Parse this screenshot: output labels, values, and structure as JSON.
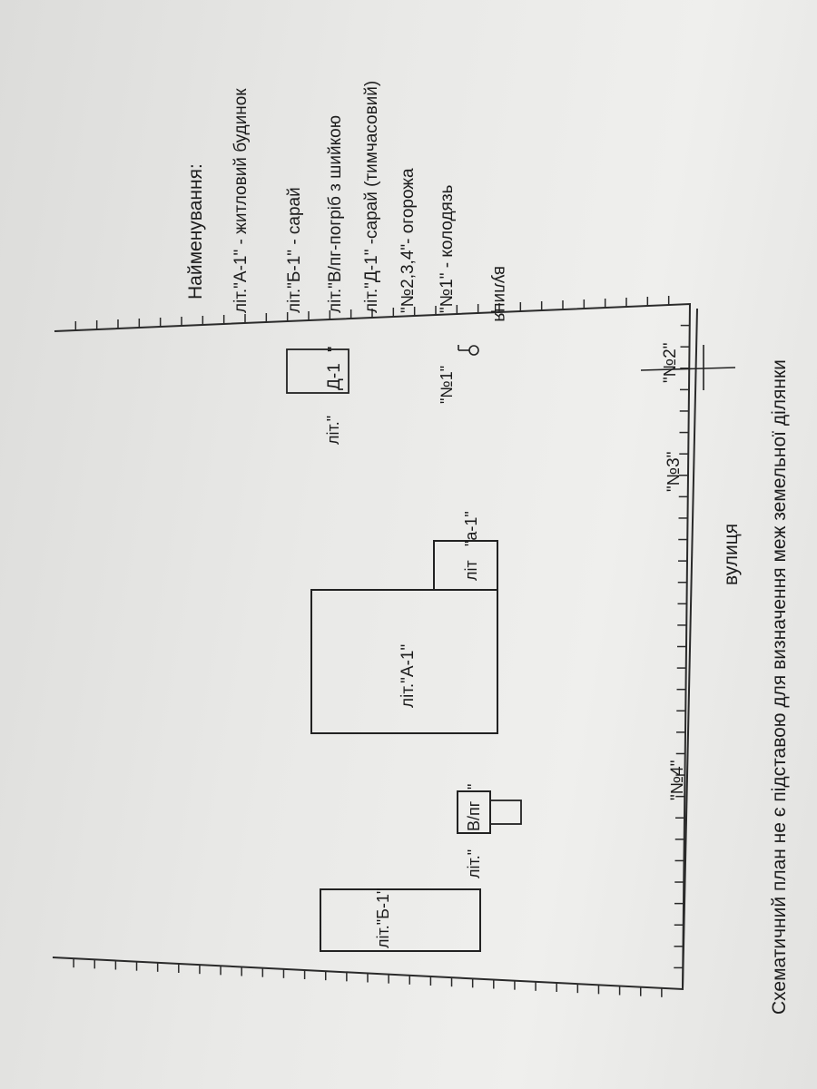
{
  "caption": "Схематичний план не є підставою для визначення меж земельної ділянки",
  "street_bottom": "вулиця",
  "street_right": "вулиця",
  "legend": {
    "title": "Найменування:",
    "items": [
      "літ.\"А-1\" - житловий будинок",
      "літ.\"Б-1\" -      сарай",
      "літ.\"В/пг-погріб з шийкою",
      "літ.\"Д-1\" -сарай (тимчасовий)",
      "\"№2,3,4\"-   огорожа",
      "\"№1\"   -  колодязь"
    ]
  },
  "buildings": {
    "a1": "літ.\"А-1\"",
    "a1_small_prefix": "літ",
    "a1_small": "\"а-1\"",
    "b1": "літ.\"Б-1\"",
    "v_prefix": "літ.\"",
    "v": "В/пг",
    "v_suffix": "\"",
    "d_prefix": "літ.\"",
    "d": "Д-1",
    "d_suffix": "\""
  },
  "fences": {
    "n4": "\"№4\"",
    "n3": "\"№3\"",
    "n2": "\"№2\""
  },
  "well": "\"№1\""
}
